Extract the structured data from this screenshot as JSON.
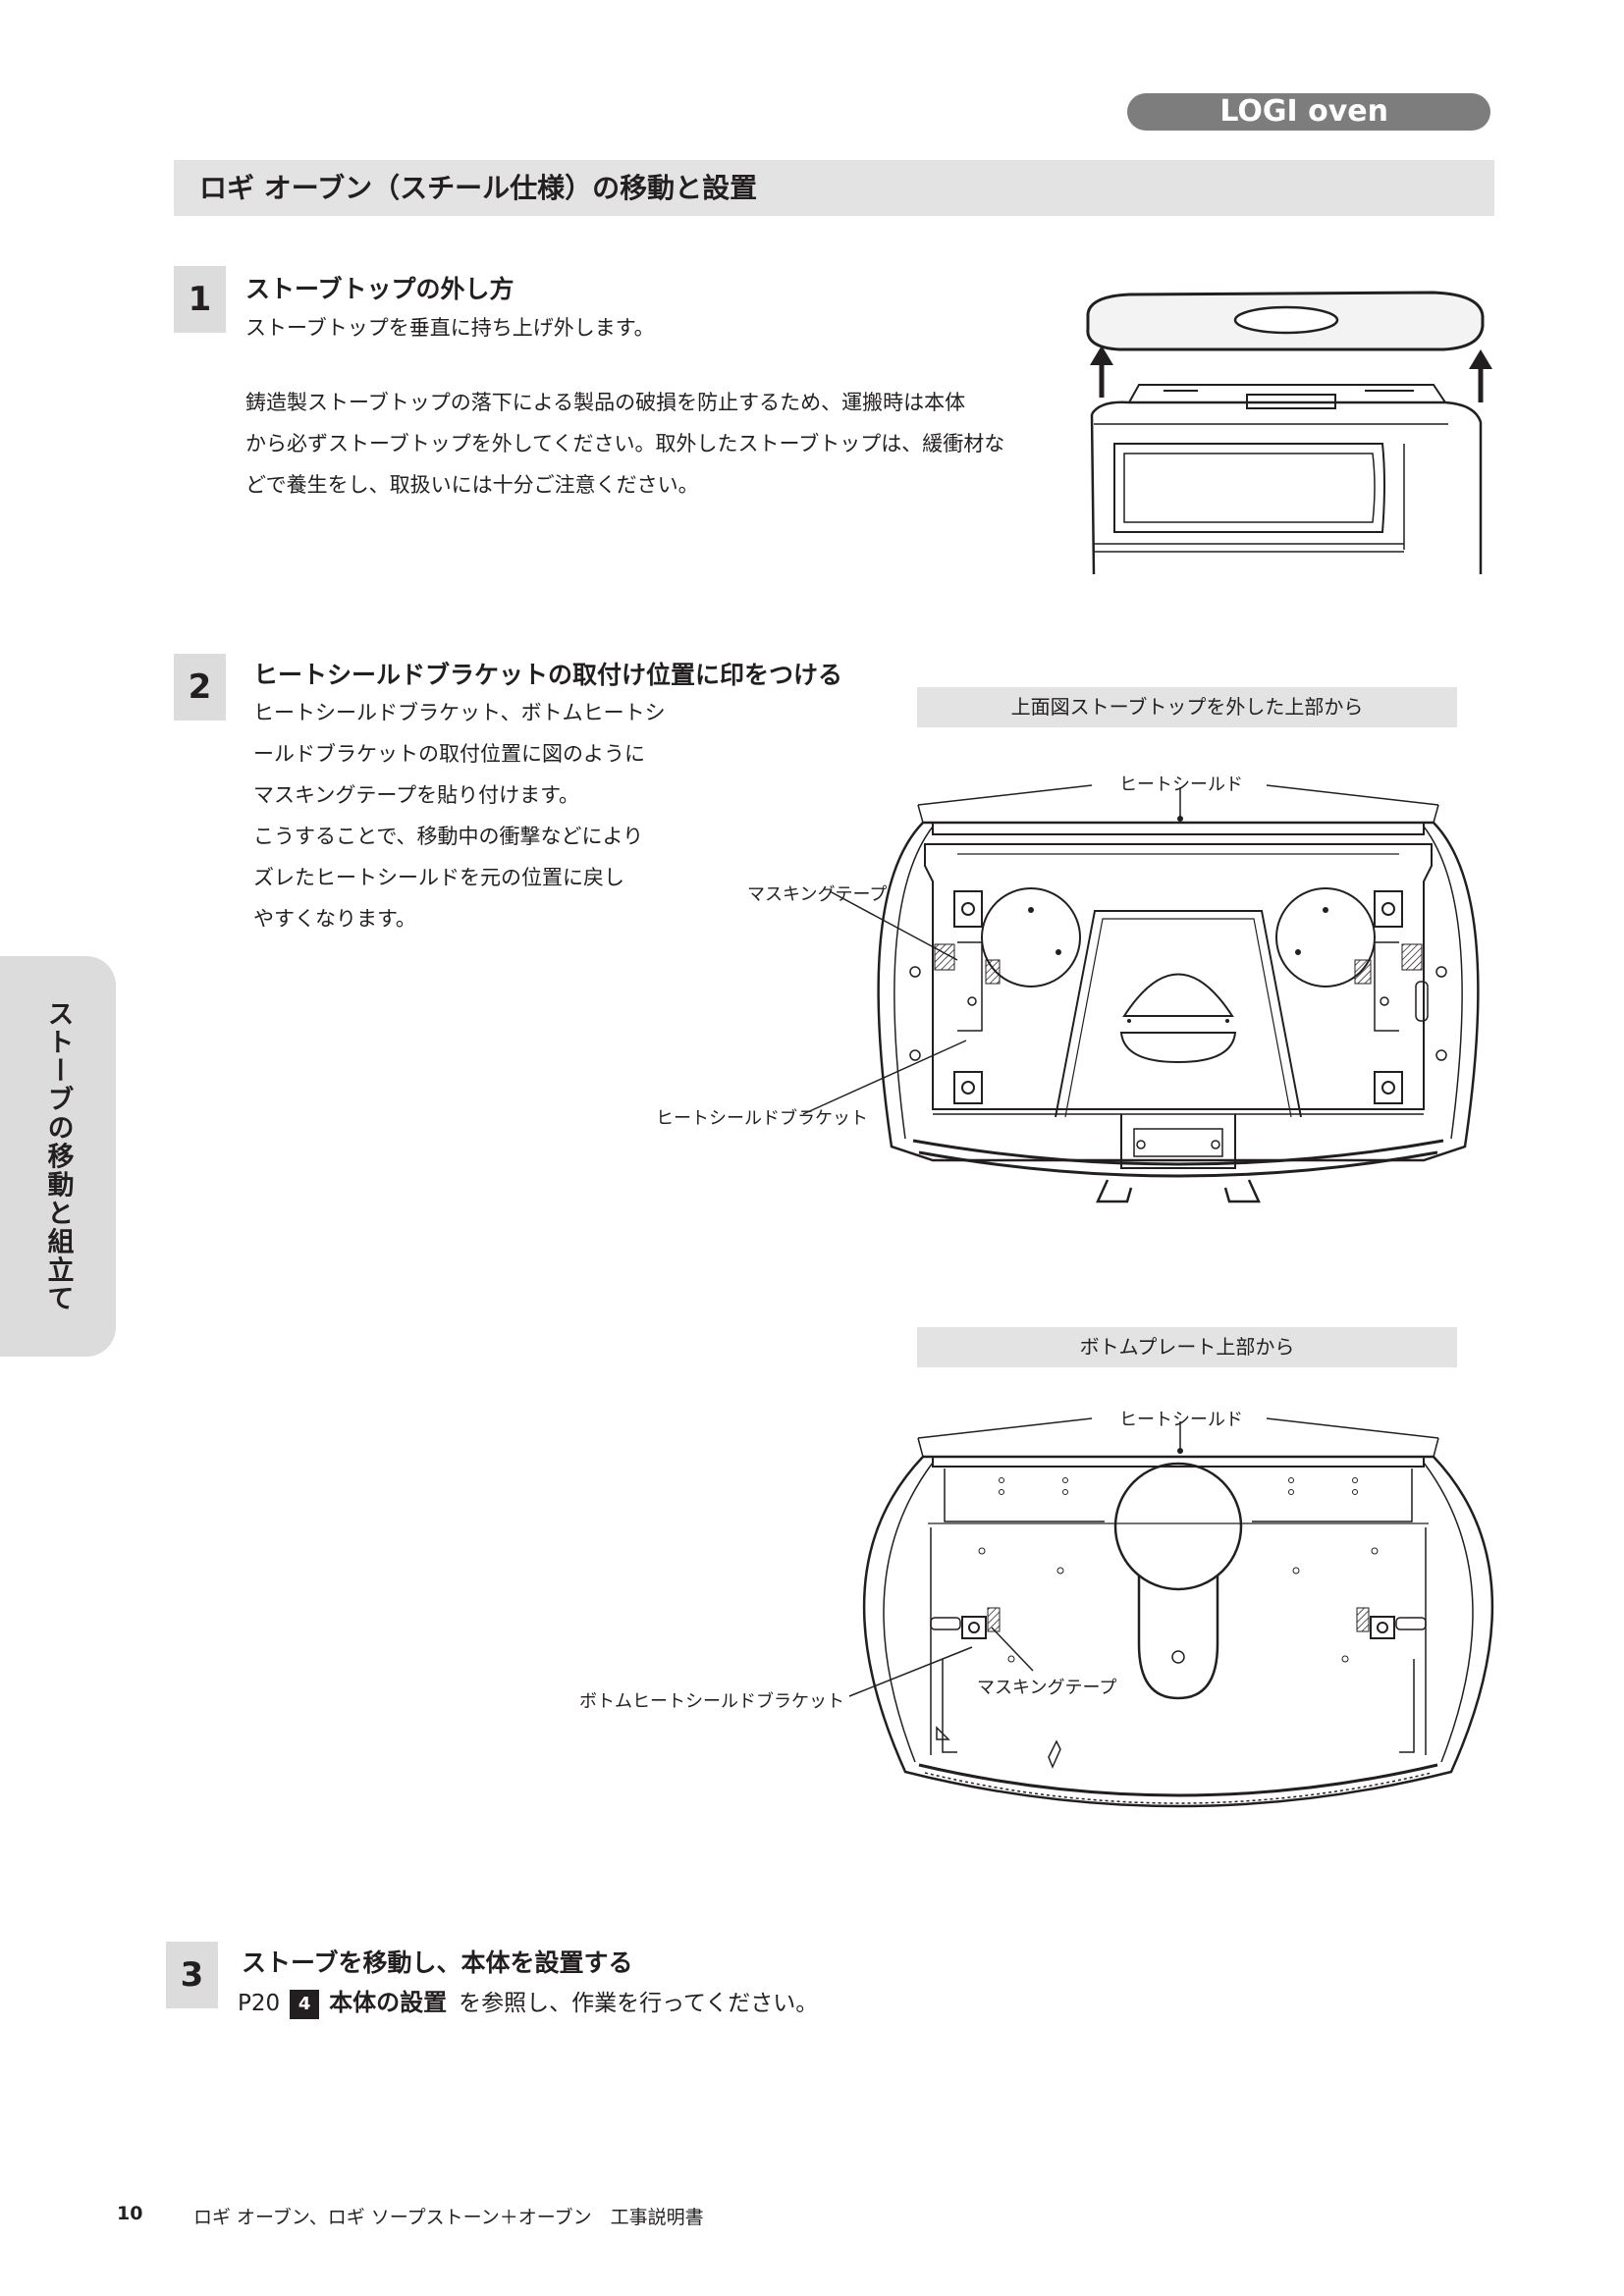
{
  "header": {
    "badge": "LOGI oven"
  },
  "section_title": "ロギ オーブン（スチール仕様）の移動と設置",
  "side_tab": "ストーブの移動と組立て",
  "step1": {
    "number": "1",
    "heading": "ストーブトップの外し方",
    "line1": "ストーブトップを垂直に持ち上げ外します。",
    "para": [
      "鋳造製ストーブトップの落下による製品の破損を防止するため、運搬時は本体",
      "から必ずストーブトップを外してください。取外したストーブトップは、緩衝材な",
      "どで養生をし、取扱いには十分ご注意ください。"
    ]
  },
  "step2": {
    "number": "2",
    "heading": "ヒートシールドブラケットの取付け位置に印をつける",
    "para": [
      "ヒートシールドブラケット、ボトムヒートシ",
      "ールドブラケットの取付位置に図のように",
      "マスキングテープを貼り付けます。",
      "こうすることで、移動中の衝撃などにより",
      "ズレたヒートシールドを元の位置に戻し",
      "やすくなります。"
    ],
    "figure1": {
      "caption": "上面図ストーブトップを外した上部から",
      "label_heat_shield": "ヒートシールド",
      "label_masking": "マスキングテープ",
      "label_bracket": "ヒートシールドブラケット"
    },
    "figure2": {
      "caption": "ボトムプレート上部から",
      "label_heat_shield": "ヒートシールド",
      "label_masking": "マスキングテープ",
      "label_bottom_bracket": "ボトムヒートシールドブラケット"
    }
  },
  "step3": {
    "number": "3",
    "heading": "ストーブを移動し、本体を設置する",
    "ref_page": "P20",
    "ref_step": "4",
    "ref_title": "本体の設置",
    "ref_suffix": "を参照し、作業を行ってください。"
  },
  "footer": {
    "page_number": "10",
    "doc_title": "ロギ オーブン、ロギ ソープストーン＋オーブン　工事説明書"
  }
}
